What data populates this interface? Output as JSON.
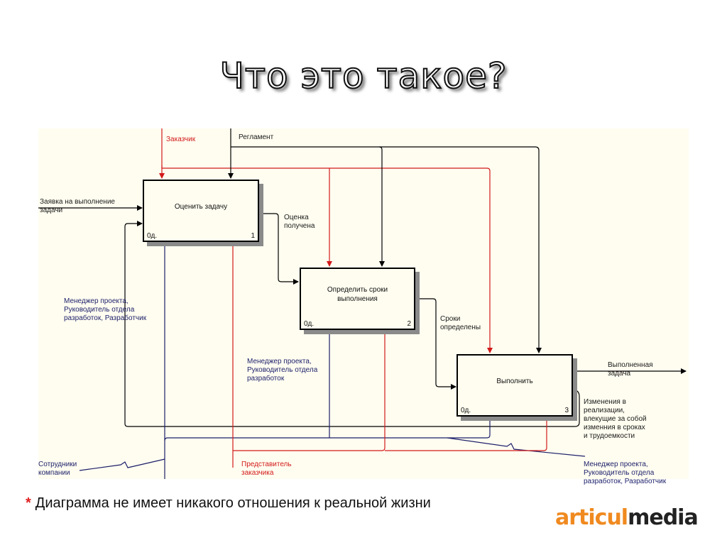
{
  "title": "Что это такое?",
  "diagram": {
    "boxes": [
      {
        "label": "Оценить задачу",
        "tl": "0д.",
        "num": "1"
      },
      {
        "label": "Определить сроки\nвыполнения",
        "tl": "0д.",
        "num": "2"
      },
      {
        "label": "Выполнить",
        "tl": "0д.",
        "num": "3"
      }
    ],
    "labels": {
      "customer": "Заказчик",
      "regulation": "Регламент",
      "request": "Заявка на выполнение\nзадачи",
      "estimate_done": "Оценка\nполучена",
      "deadlines_set": "Сроки\nопределены",
      "completed_task": "Выполненная\nзадача",
      "changes": "Изменения в\nреализации,\nвлекущие за собой\nизменния в сроках\nи трудоемкости",
      "mgr1": "Менеджер проекта,\nРуководитель отдела\nразработок, Разработчик",
      "mgr2": "Менеджер проекта,\nРуководитель отдела\nразработок",
      "mgr3": "Менеджер проекта,\nРуководитель отдела\nразработок, Разработчик",
      "employees": "Сотрудники\nкомпании",
      "customer_rep": "Представитель\nзаказчика"
    },
    "colors": {
      "red": "#d21a1a",
      "navy": "#1b1f6a",
      "black": "#000000"
    }
  },
  "footnote": {
    "star": "*",
    "text": "Диаграмма не имеет никакого отношения к реальной жизни"
  },
  "logo": {
    "part1": "articul",
    "part2": "media"
  }
}
